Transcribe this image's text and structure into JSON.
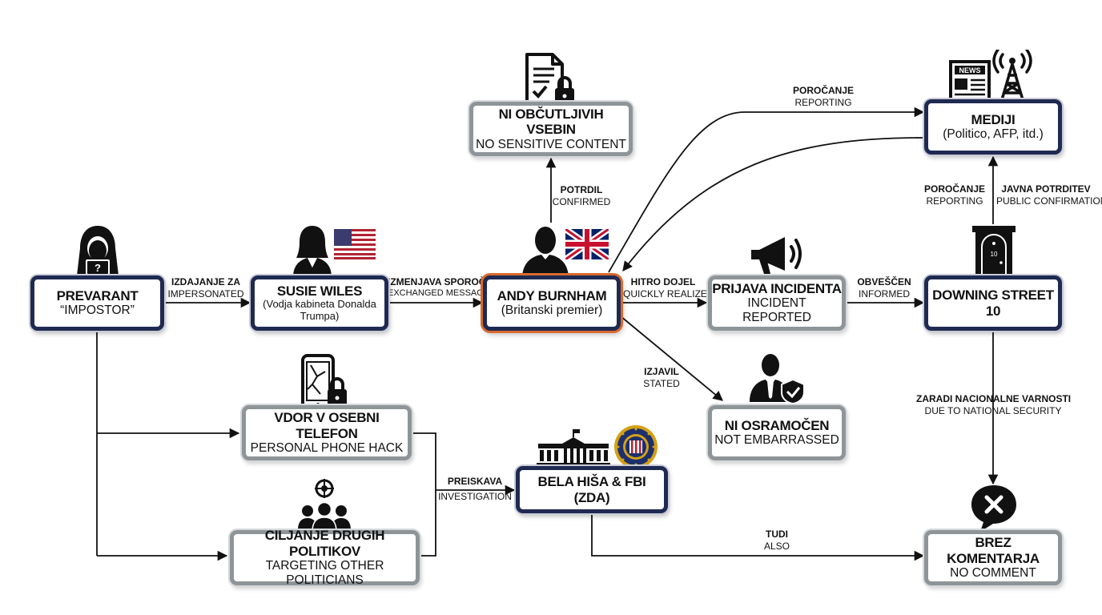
{
  "nodes": {
    "prevarant": {
      "title": "PREVARANT",
      "subtitle": "“IMPOSTOR”"
    },
    "susie": {
      "title": "SUSIE WILES",
      "subtitle": "(Vodja kabineta Donalda Trumpa)"
    },
    "burnham": {
      "title": "ANDY BURNHAM",
      "subtitle": "(Britanski premier)"
    },
    "sensitive": {
      "title": "NI OBČUTLJIVIH VSEBIN",
      "subtitle": "NO SENSITIVE CONTENT"
    },
    "incident": {
      "title": "PRIJAVA INCIDENTA",
      "subtitle": "INCIDENT REPORTED"
    },
    "downing": {
      "title": "DOWNING STREET 10"
    },
    "mediji": {
      "title": "MEDIJI",
      "subtitle": "(Politico, AFP, itd.)"
    },
    "embarrassed": {
      "title": "NI OSRAMOČEN",
      "subtitle": "NOT EMBARRASSED"
    },
    "phone": {
      "title": "VDOR V OSEBNI TELEFON",
      "subtitle": "PERSONAL PHONE HACK"
    },
    "targeting": {
      "title": "CILJANJE DRUGIH POLITIKOV",
      "subtitle": "TARGETING OTHER POLITICIANS"
    },
    "whitehouse": {
      "title": "BELA HIŠA & FBI (ZDA)"
    },
    "nocomment": {
      "title": "BREZ KOMENTARJA",
      "subtitle": "NO COMMENT"
    }
  },
  "edges": {
    "impersonated": {
      "sl": "IZDAJANJE ZA",
      "en": "IMPERSONATED"
    },
    "exchanged": {
      "sl": "IZMENJAVA SPOROČIL",
      "en": "EXCHANGED MESSAGES"
    },
    "confirmed": {
      "sl": "POTRDIL",
      "en": "CONFIRMED"
    },
    "realized": {
      "sl": "HITRO DOJEL",
      "en": "QUICKLY REALIZED"
    },
    "informed": {
      "sl": "OBVEŠČEN",
      "en": "INFORMED"
    },
    "reporting_top": {
      "sl": "POROČANJE",
      "en": "REPORTING"
    },
    "reporting_right": {
      "sl": "POROČANJE",
      "en": "REPORTING"
    },
    "public_confirmation": {
      "sl": "JAVNA POTRDITEV",
      "en": "PUBLIC CONFIRMATION"
    },
    "stated": {
      "sl": "IZJAVIL",
      "en": "STATED"
    },
    "national_security": {
      "sl": "ZARADI NACIONALNE VARNOSTI",
      "en": "DUE TO NATIONAL SECURITY"
    },
    "investigation": {
      "sl": "PREISKAVA",
      "en": "INVESTIGATION"
    },
    "also": {
      "sl": "TUDI",
      "en": "ALSO"
    }
  },
  "icons": {
    "news_sign": "NEWS",
    "door_number": "10",
    "hacker": "?"
  },
  "colors": {
    "navy": "#1f2a52",
    "gray": "#8e9599",
    "accent": "#d86a2e"
  }
}
